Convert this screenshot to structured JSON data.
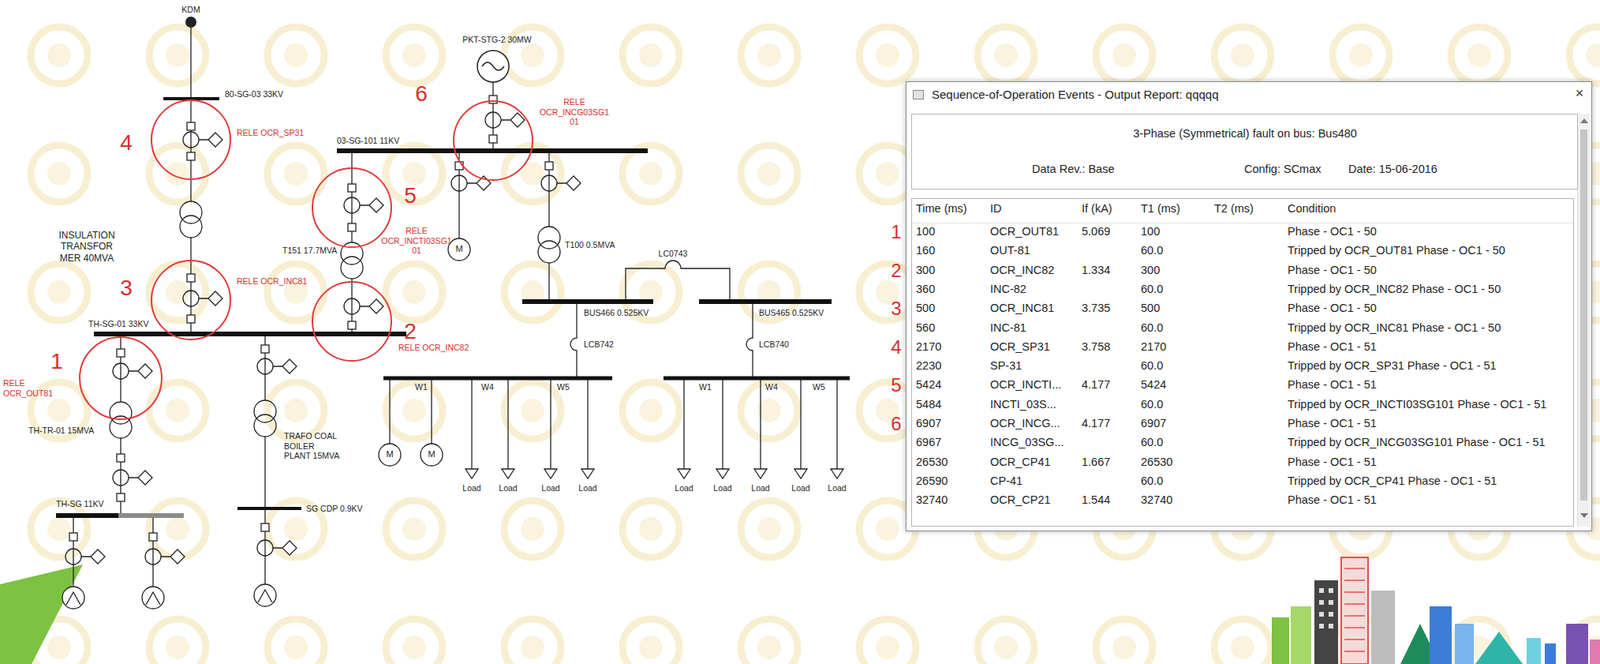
{
  "diagram": {
    "nodes": [
      {
        "text": [
          "Sequence-of-Operation Events - Output Report: qqqqq"
        ]
      },
      {
        "text": [
          "3-Phase (Symmetrical) fault on bus: Bus480",
          "Data Rev.: Base",
          "Config: SCmax",
          "Date: 15-06-2016"
        ],
        "in": 0
      }
    ],
    "labels": [
      "KDM",
      "80-SG-03 33KV",
      "RELE OCR_SP31",
      "4",
      "INSULATION TRANSFOR MER 40MVA",
      "3",
      "RELE OCR_INC81",
      "TH-SG-01 33KV",
      "RELE OCR_OUT81",
      "1",
      "TH-TR-01 15MVA",
      "TRAFO COAL BOILER PLANT 15MVA",
      "TH-SG 11KV",
      "SG CDP 0.9KV",
      "PKT-STG-2 30MW",
      "6",
      "RELE OCR_INCG03SG1 01",
      "03-SG-101 11KV",
      "5",
      "RELE OCR_INCTI03SG1 01",
      "T151 17.7MVA",
      "M",
      "T100 0.5MVA",
      "LC0743",
      "2",
      "RELE OCR_INC82",
      "BUS466 0.525KV",
      "LCB742",
      "BUS465 0.525KV",
      "LCB740",
      "W1",
      "W4",
      "W5",
      "W1",
      "W4",
      "W5",
      "M",
      "M",
      "Load",
      "Load",
      "Load",
      "Load",
      "Load",
      "Load",
      "Load",
      "Load",
      "Load",
      "×",
      "Time (ms)",
      "ID",
      "If (kA)",
      "T1 (ms)",
      "T2 (ms)",
      "Condition",
      "100",
      "OCR_OUT81",
      "5.069",
      "100",
      "Phase - OC1 - 50",
      "160",
      "OUT-81",
      "60.0",
      "Tripped by OCR_OUT81 Phase - OC1 - 50",
      "300",
      "OCR_INC82",
      "1.334",
      "300",
      "Phase - OC1 - 50",
      "360",
      "INC-82",
      "60.0",
      "Tripped by OCR_INC82 Phase - OC1 - 50",
      "500",
      "OCR_INC81",
      "3.735",
      "500",
      "Phase - OC1 - 50",
      "560",
      "INC-81",
      "60.0",
      "Tripped by OCR_INC81 Phase - OC1 - 50",
      "2170",
      "OCR_SP31",
      "3.758",
      "2170",
      "Phase - OC1 - 51",
      "2230",
      "SP-31",
      "60.0",
      "Tripped by OCR_SP31 Phase - OC1 - 51",
      "5424",
      "OCR_INCTI...",
      "4.177",
      "5424",
      "Phase - OC1 - 51",
      "5484",
      "INCTI_03S...",
      "60.0",
      "Tripped by OCR_INCTI03SG101 Phase - OC1 - 51",
      "6907",
      "OCR_INCG...",
      "4.177",
      "6907",
      "Phase - OC1 - 51",
      "6967",
      "INCG_03SG...",
      "60.0",
      "Tripped by OCR_INCG03SG101 Phase - OC1 - 51",
      "26530",
      "OCR_CP41",
      "1.667",
      "26530",
      "Phase - OC1 - 51",
      "26590",
      "CP-41",
      "60.0",
      "Tripped by OCR_CP41 Phase - OC1 - 51",
      "32740",
      "OCR_CP21",
      "1.544",
      "32740",
      "Phase - OC1 - 51",
      "1",
      "2",
      "3",
      "4",
      "5",
      "6"
    ]
  }
}
